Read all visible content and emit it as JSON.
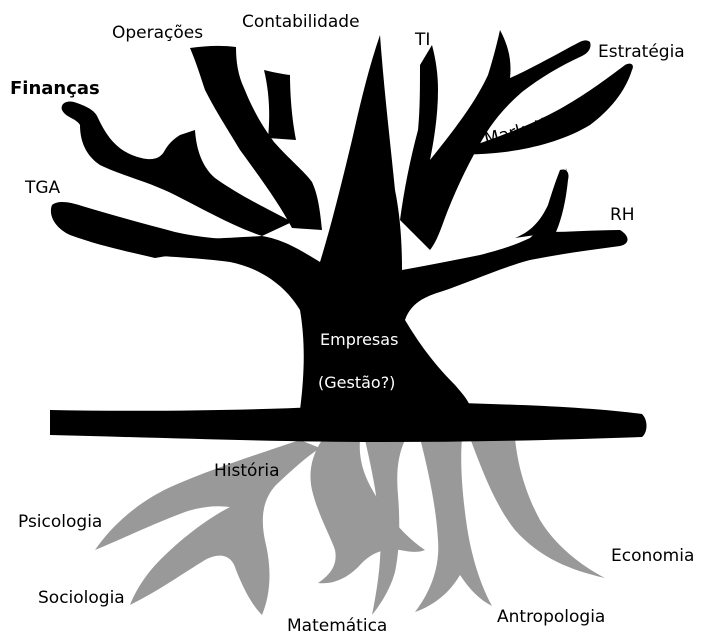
{
  "colors": {
    "background": "#ffffff",
    "trunk": "#000000",
    "roots": "#999999",
    "text": "#000000",
    "trunk_text": "#ffffff"
  },
  "center": {
    "line1": "Empresas",
    "line2": "(Gestão?)"
  },
  "branches": {
    "financas": "Finanças",
    "operacoes": "Operações",
    "contabilidade": "Contabilidade",
    "ti": "TI",
    "estrategia": "Estratégia",
    "marketing": "Marketing",
    "tga": "TGA",
    "rh": "RH"
  },
  "roots": {
    "historia": "História",
    "psicologia": "Psicologia",
    "sociologia": "Sociologia",
    "matematica": "Matemática",
    "antropologia": "Antropologia",
    "economia": "Economia"
  }
}
